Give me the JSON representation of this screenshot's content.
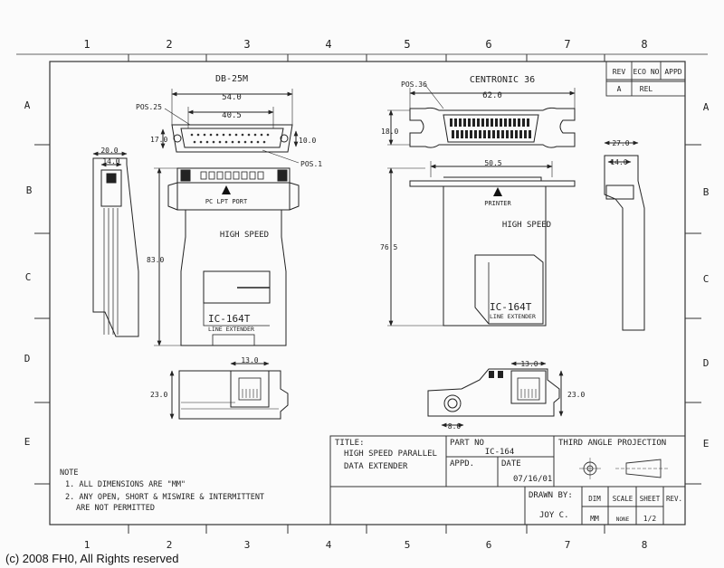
{
  "grid": {
    "columns": [
      "1",
      "2",
      "3",
      "4",
      "5",
      "6",
      "7",
      "8"
    ],
    "rows": [
      "A",
      "B",
      "C",
      "D",
      "E"
    ]
  },
  "revision_block": {
    "rev_header": "REV",
    "eco_header": "ECO NO",
    "appd_header": "APPD",
    "rev_value": "A",
    "eco_value": "REL"
  },
  "left_drawing": {
    "connector_label": "DB-25M",
    "dim_width_top": "54.0",
    "dim_width_inner": "40.5",
    "pos25_label": "POS.25",
    "pos1_label": "POS.1",
    "dim_height_left": "17.0",
    "dim_height_right": "10.0",
    "dim_side_width": "20.0",
    "dim_side_inner": "14.0",
    "port_label": "PC LPT PORT",
    "speed_label": "HIGH SPEED",
    "body_height": "83.0",
    "model_label": "IC-164T",
    "extender_label": "LINE EXTENDER",
    "bottom_dim_width": "13.0",
    "bottom_dim_height": "23.0"
  },
  "right_drawing": {
    "connector_label": "CENTRONIC 36",
    "pos36_label": "POS.36",
    "dim_width_top": "62.0",
    "dim_height_left": "18.0",
    "dim_width_mid": "50.5",
    "dim_side_width": "27.0",
    "dim_side_inner": "14.0",
    "printer_label": "PRINTER",
    "speed_label": "HIGH SPEED",
    "body_height": "76.5",
    "model_label": "IC-164T",
    "extender_label": "LINE EXTENDER",
    "bottom_dim_width": "13.0",
    "bottom_dim_height": "23.0",
    "bottom_dim_small": "8.0"
  },
  "title_block": {
    "title_label": "TITLE:",
    "title_line1": "HIGH SPEED PARALLEL",
    "title_line2": "DATA EXTENDER",
    "part_no_label": "PART NO",
    "part_no_value": "IC-164",
    "appd_label": "APPD.",
    "date_label": "DATE",
    "date_value": "07/16/01",
    "projection_label": "THIRD ANGLE PROJECTION",
    "drawn_by_label": "DRAWN BY:",
    "drawn_by_value": "JOY C.",
    "dim_label": "DIM",
    "dim_value": "MM",
    "scale_label": "SCALE",
    "scale_value": "NONE",
    "sheet_label": "SHEET",
    "sheet_value": "1/2",
    "rev_label": "REV."
  },
  "notes": {
    "header": "NOTE",
    "line1": "1. ALL DIMENSIONS ARE \"MM\"",
    "line2": "2. ANY OPEN, SHORT & MISWIRE & INTERMITTENT",
    "line3": "ARE NOT PERMITTED"
  },
  "copyright": "(c) 2008 FH0, All Rights reserved"
}
